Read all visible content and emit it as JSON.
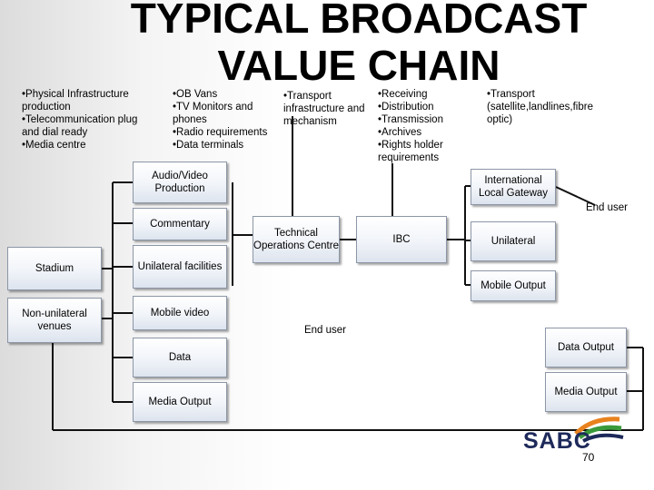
{
  "title": {
    "line1": "TYPICAL BROADCAST",
    "line2": "VALUE CHAIN"
  },
  "notes": {
    "venues": "•Physical Infrastructure production\n•Telecommunication plug and dial ready\n•Media centre",
    "production": "•OB Vans\n•TV Monitors and phones\n•Radio requirements\n•Data terminals",
    "transport1": "•Transport infrastructure and mechanism",
    "ibc": "•Receiving\n•Distribution\n•Transmission\n•Archives\n•Rights holder requirements",
    "transport2": "•Transport (satellite,landlines,fibre optic)"
  },
  "boxes": {
    "stadium": "Stadium",
    "non_unilateral": "Non-unilateral venues",
    "audio_video": "Audio/Video Production",
    "commentary": "Commentary",
    "unilateral_facilities": "Unilateral facilities",
    "mobile_video": "Mobile video",
    "data": "Data",
    "media_output_left": "Media Output",
    "toc": "Technical Operations Centre",
    "ibc": "IBC",
    "gateway": "International Local Gateway",
    "unilateral": "Unilateral",
    "mobile_output": "Mobile Output",
    "data_output": "Data Output",
    "media_output_right": "Media Output"
  },
  "labels": {
    "end_user_top": "End user",
    "end_user_mid": "End user"
  },
  "logo": {
    "text": "SABC",
    "page_number": "70"
  },
  "colors": {
    "logo_orange": "#e8821e",
    "logo_green": "#3a9a3a",
    "logo_navy": "#1e2a5a"
  }
}
